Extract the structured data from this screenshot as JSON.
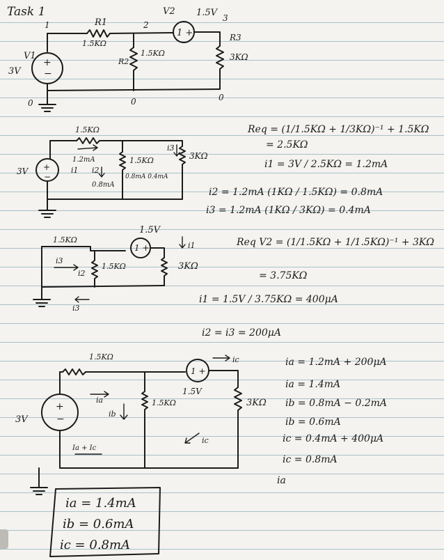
{
  "title": "Task 1",
  "circuit1": {
    "node_labels": [
      "1",
      "2",
      "3"
    ],
    "ground_labels": [
      "0",
      "0",
      "0"
    ],
    "v1": {
      "name": "V1",
      "value": "3V"
    },
    "v2": {
      "name": "V2",
      "value": "1.5V"
    },
    "r1": {
      "name": "R1",
      "value": "1.5KΩ"
    },
    "r2": {
      "name": "R2",
      "value": "1.5KΩ"
    },
    "r3": {
      "name": "R3",
      "value": "3KΩ"
    }
  },
  "circuit2": {
    "left_res": "1.5KΩ",
    "mid_res": "1.5KΩ",
    "right_res": "3KΩ",
    "src": "3V",
    "i_label": "1.2mA",
    "i1": "i1",
    "i2": "i2",
    "i3": "i3",
    "current_values": "0.8mA  0.4mA",
    "note": "0.8mA"
  },
  "calc1": {
    "line1": "Req = (1/1.5KΩ + 1/3KΩ)⁻¹ + 1.5KΩ",
    "line2": "= 2.5KΩ",
    "line3": "i1 = 3V / 2.5KΩ = 1.2mA",
    "line4": "i2 = 1.2mA (1KΩ / 1.5KΩ) = 0.8mA",
    "line5": "i3 = 1.2mA (1KΩ / 3KΩ) = 0.4mA"
  },
  "circuit3": {
    "left_res": "1.5KΩ",
    "mid_res": "1.5KΩ",
    "right_res": "3KΩ",
    "src": "1.5V",
    "i1": "i1",
    "i2": "i2",
    "i3": "i3"
  },
  "calc2": {
    "line1": "Req V2 = (1/1.5KΩ + 1/1.5KΩ)⁻¹ + 3KΩ",
    "line2": "= 3.75KΩ",
    "line3": "i1 = 1.5V / 3.75KΩ = 400μA",
    "line4": "i2 = i3 = 200μA"
  },
  "circuit4": {
    "top_res": "1.5KΩ",
    "mid_res": "1.5KΩ",
    "right_res": "3KΩ",
    "left_src": "3V",
    "right_src": "1.5V",
    "ia": "ia",
    "ib": "ib",
    "ic": "ic",
    "ic_top": "ic",
    "ic_loop": "ic",
    "note": "Ia + Ic"
  },
  "calc3": {
    "line1": "ia = 1.2mA + 200μA",
    "line2": "ia = 1.4mA",
    "line3": "ib = 0.8mA − 0.2mA",
    "line4": "ib = 0.6mA",
    "line5": "ic = 0.4mA + 400μA",
    "line6": "ic = 0.8mA",
    "line7": "ia"
  },
  "answers": {
    "line1": "ia = 1.4mA",
    "line2": "ib = 0.6mA",
    "line3": "ic = 0.8mA"
  }
}
